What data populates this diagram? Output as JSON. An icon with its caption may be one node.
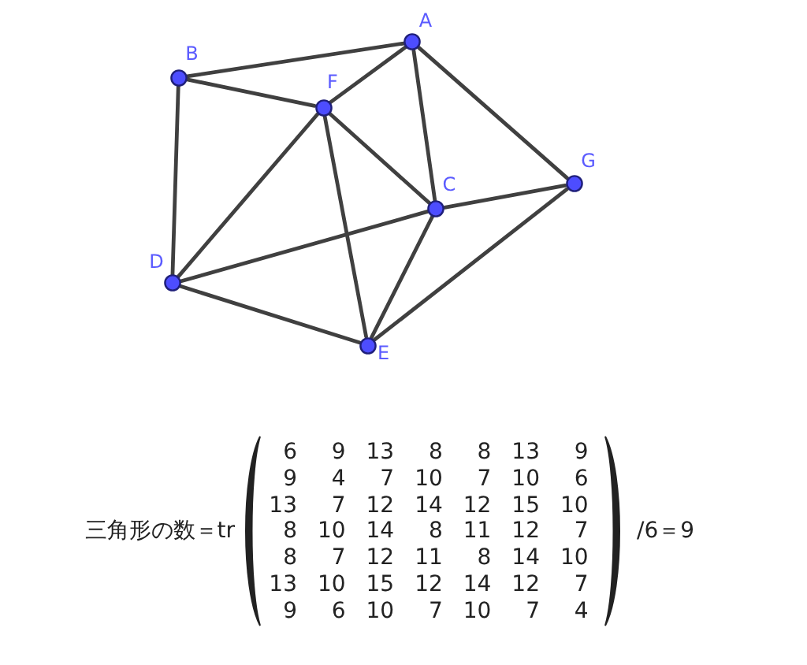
{
  "diagram": {
    "nodes": [
      {
        "text": [
          "A"
        ]
      },
      {
        "text": [
          "B"
        ]
      },
      {
        "text": [
          "C"
        ]
      },
      {
        "text": [
          "D"
        ]
      },
      {
        "text": [
          "E"
        ]
      },
      {
        "text": [
          "F"
        ]
      },
      {
        "text": [
          "G"
        ]
      }
    ],
    "edges": [
      {
        "from": 0,
        "to": 1,
        "arrow": "none"
      },
      {
        "from": 0,
        "to": 5,
        "arrow": "none"
      },
      {
        "from": 0,
        "to": 2,
        "arrow": "none"
      },
      {
        "from": 0,
        "to": 6,
        "arrow": "none"
      },
      {
        "from": 1,
        "to": 5,
        "arrow": "none"
      },
      {
        "from": 1,
        "to": 3,
        "arrow": "none"
      },
      {
        "from": 5,
        "to": 3,
        "arrow": "none"
      },
      {
        "from": 5,
        "to": 2,
        "arrow": "none"
      },
      {
        "from": 5,
        "to": 4,
        "arrow": "none"
      },
      {
        "from": 2,
        "to": 6,
        "arrow": "none"
      },
      {
        "from": 2,
        "to": 3,
        "arrow": "none"
      },
      {
        "from": 2,
        "to": 4,
        "arrow": "none"
      },
      {
        "from": 3,
        "to": 4,
        "arrow": "none"
      },
      {
        "from": 4,
        "to": 6,
        "arrow": "none"
      }
    ],
    "labels": [
      "三角形の数＝tr",
      "6",
      "9",
      "13",
      "8",
      "8",
      "13",
      "9",
      "9",
      "4",
      "7",
      "10",
      "7",
      "10",
      "6",
      "13",
      "7",
      "12",
      "14",
      "12",
      "15",
      "10",
      "8",
      "10",
      "14",
      "8",
      "11",
      "12",
      "7",
      "8",
      "7",
      "12",
      "11",
      "8",
      "14",
      "10",
      "13",
      "10",
      "15",
      "12",
      "14",
      "12",
      "7",
      "9",
      "6",
      "10",
      "7",
      "10",
      "7",
      "4",
      "/6＝9"
    ]
  }
}
